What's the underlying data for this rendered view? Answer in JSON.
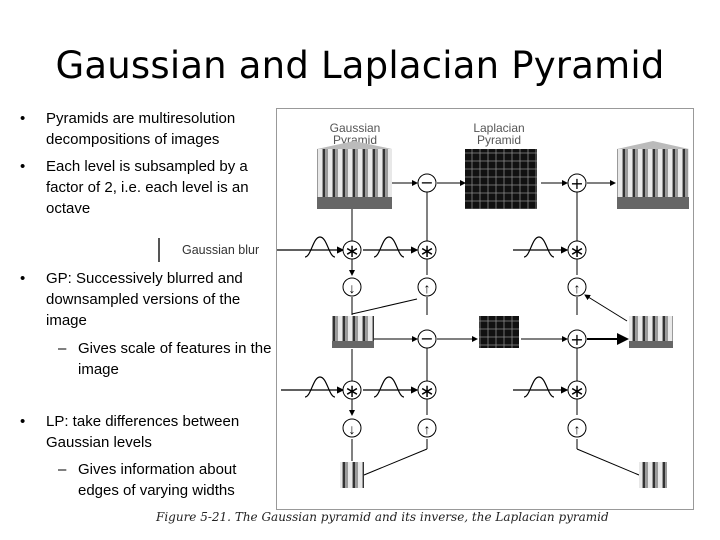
{
  "slide": {
    "title": "Gaussian and Laplacian Pyramid"
  },
  "bullets": [
    {
      "bullet": "•",
      "text": "Pyramids are multiresolution decompositions of images"
    },
    {
      "bullet": "•",
      "text": "Each level is subsampled by a factor of 2, i.e. each level is an octave"
    },
    {
      "bullet": "•",
      "text": "GP: Successively blurred and downsampled versions of the image",
      "sub": {
        "dash": "–",
        "text": "Gives scale of features in the image"
      }
    },
    {
      "bullet": "•",
      "text": "LP: take differences between Gaussian levels",
      "sub": {
        "dash": "–",
        "text": "Gives information about edges of varying widths"
      }
    }
  ],
  "figure": {
    "gaussian_label": "Gaussian Pyramid",
    "laplacian_label": "Laplacian Pyramid",
    "gaussian_blur_label": "Gaussian blur",
    "caption": "Figure 5-21. The Gaussian pyramid and its inverse, the Laplacian pyramid",
    "ops": {
      "minus": "−",
      "plus": "+",
      "conv": "∗",
      "down": "↓",
      "up": "↑"
    }
  }
}
